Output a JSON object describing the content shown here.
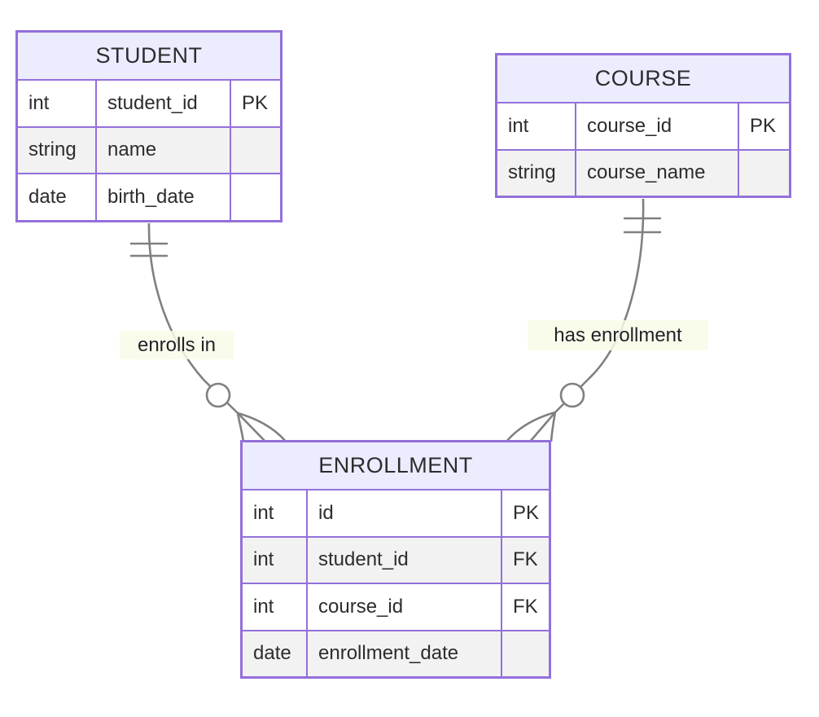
{
  "diagram": {
    "kind": "entity-relationship-diagram",
    "entities": [
      {
        "name": "STUDENT",
        "attributes": [
          {
            "type": "int",
            "name": "student_id",
            "key": "PK"
          },
          {
            "type": "string",
            "name": "name",
            "key": ""
          },
          {
            "type": "date",
            "name": "birth_date",
            "key": ""
          }
        ]
      },
      {
        "name": "COURSE",
        "attributes": [
          {
            "type": "int",
            "name": "course_id",
            "key": "PK"
          },
          {
            "type": "string",
            "name": "course_name",
            "key": ""
          }
        ]
      },
      {
        "name": "ENROLLMENT",
        "attributes": [
          {
            "type": "int",
            "name": "id",
            "key": "PK"
          },
          {
            "type": "int",
            "name": "student_id",
            "key": "FK"
          },
          {
            "type": "int",
            "name": "course_id",
            "key": "FK"
          },
          {
            "type": "date",
            "name": "enrollment_date",
            "key": ""
          }
        ]
      }
    ],
    "relationships": [
      {
        "from": "STUDENT",
        "to": "ENROLLMENT",
        "label": "enrolls in",
        "from_cardinality": "exactly one",
        "to_cardinality": "zero or many"
      },
      {
        "from": "COURSE",
        "to": "ENROLLMENT",
        "label": "has enrollment",
        "from_cardinality": "exactly one",
        "to_cardinality": "zero or many"
      }
    ],
    "colors": {
      "entity_border": "#9370DB",
      "entity_header_fill": "#ECECFF",
      "row_fill": "#ffffff",
      "row_alt_fill": "#f2f2f2",
      "relationship_line": "#808080",
      "label_background": "rgba(249,252,231,0.85)",
      "text": "#2b2d2e",
      "background": "#ffffff"
    }
  }
}
